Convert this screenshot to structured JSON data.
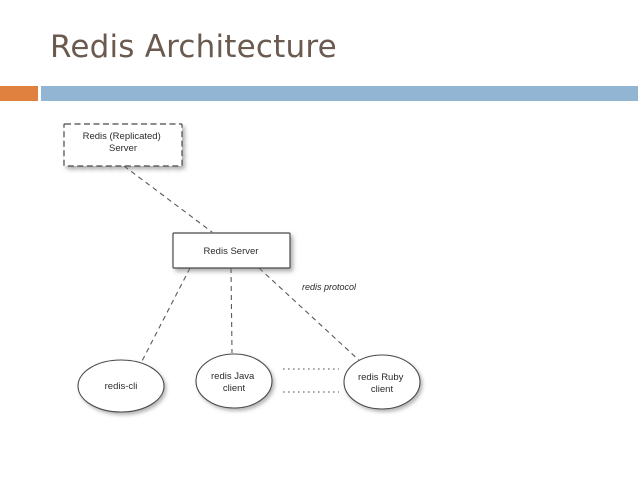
{
  "slide": {
    "title": "Redis Architecture",
    "title_color": "#6b5a50",
    "accent_color": "#e0813f",
    "bar_color": "#92b5d3",
    "background": "#ffffff"
  },
  "diagram": {
    "type": "architecture-diagram",
    "nodes": [
      {
        "id": "replicated-server",
        "shape": "rect",
        "border": "dashed",
        "lines": [
          "Redis (Replicated)",
          "Server"
        ]
      },
      {
        "id": "redis-server",
        "shape": "rect",
        "border": "solid",
        "lines": [
          "Redis Server"
        ]
      },
      {
        "id": "redis-cli",
        "shape": "ellipse",
        "border": "solid",
        "lines": [
          "redis-cli"
        ]
      },
      {
        "id": "redis-java-client",
        "shape": "ellipse",
        "border": "solid",
        "lines": [
          "redis Java",
          "client"
        ]
      },
      {
        "id": "redis-ruby-client",
        "shape": "ellipse",
        "border": "solid",
        "lines": [
          "redis Ruby",
          "client"
        ]
      }
    ],
    "edges": [
      {
        "id": "edge-replicated-to-server",
        "from": "replicated-server",
        "to": "redis-server",
        "style": "dashed",
        "label": ""
      },
      {
        "id": "edge-server-to-cli",
        "from": "redis-server",
        "to": "redis-cli",
        "style": "dashed",
        "label": ""
      },
      {
        "id": "edge-server-to-java",
        "from": "redis-server",
        "to": "redis-java-client",
        "style": "dashed",
        "label": ""
      },
      {
        "id": "edge-server-to-ruby",
        "from": "redis-server",
        "to": "redis-ruby-client",
        "style": "dashed",
        "label": "redis protocol"
      },
      {
        "id": "edge-java-to-ruby-upper",
        "from": "redis-java-client",
        "to": "redis-ruby-client",
        "style": "dotted",
        "label": ""
      },
      {
        "id": "edge-java-to-ruby-lower",
        "from": "redis-java-client",
        "to": "redis-ruby-client",
        "style": "dotted",
        "label": ""
      }
    ],
    "labels": {
      "redis_protocol": "redis protocol"
    }
  }
}
